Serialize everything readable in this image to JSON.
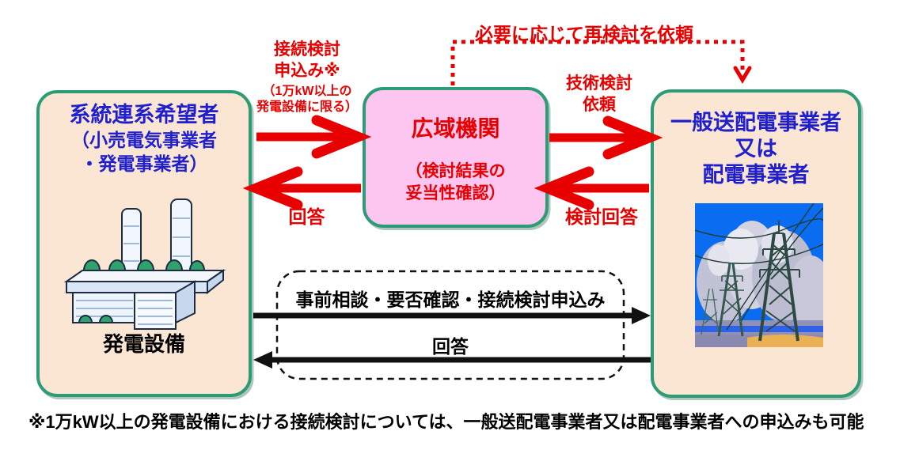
{
  "diagram": {
    "boxes": {
      "left": {
        "title": "系統連系希望者",
        "subtitle_line1": "（小売電気事業者",
        "subtitle_line2": "・発電事業者）",
        "caption": "発電設備"
      },
      "center": {
        "title": "広域機関",
        "subtitle_line1": "（検討結果の",
        "subtitle_line2": "妥当性確認）"
      },
      "right": {
        "line1": "一般送配電事業者",
        "line2": "又は",
        "line3": "配電事業者"
      }
    },
    "labels": {
      "reexamine_request": "必要に応じて再検討を依頼",
      "apply_line1": "接続検討",
      "apply_line2": "申込み※",
      "apply_note_line1": "（1万kW以上の",
      "apply_note_line2": "発電設備に限る）",
      "answer_left": "回答",
      "tech_request_line1": "技術検討",
      "tech_request_line2": "依頼",
      "tech_answer": "検討回答",
      "direct_request": "事前相談・要否確認・接続検討申込み",
      "direct_answer": "回答"
    },
    "footnote": "※1万kW以上の発電設備における接続検討については、一般送配電事業者又は配電事業者への申込みも可能",
    "icons": {
      "power_plant": "power-plant-illustration",
      "transmission_towers": "transmission-towers-illustration"
    },
    "colors": {
      "box_border": "#2e9b77",
      "box_fill_peach": "#fae6d3",
      "box_fill_pink": "#fcc6f1",
      "arrow_red": "#e80000",
      "text_blue": "#1f1fce",
      "text_black": "#000000"
    }
  }
}
